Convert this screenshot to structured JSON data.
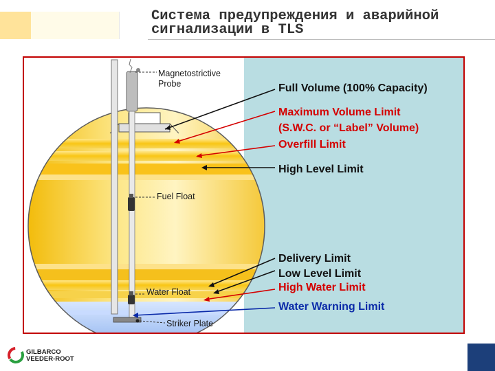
{
  "title": "Система предупреждения и аварийной\nсигнализации в TLS",
  "labels": {
    "magnetostrictive_probe": "Magnetostrictive\nProbe",
    "fuel_float": "Fuel Float",
    "water_float": "Water Float",
    "striker_plate": "Striker Plate",
    "full_volume": "Full Volume (100% Capacity)",
    "maximum_volume_limit": "Maximum Volume Limit\n(S.W.C. or “Label” Volume)",
    "overfill_limit": "Overfill Limit",
    "high_level_limit": "High Level Limit",
    "delivery_limit": "Delivery Limit",
    "low_level_limit": "Low Level Limit",
    "high_water_limit": "High Water Limit",
    "water_warning_limit": "Water Warning Limit"
  },
  "logo": {
    "line1": "GILBARCO",
    "line2": "VEEDER-ROOT"
  },
  "colors": {
    "black_label": "#111111",
    "red_label": "#d40000",
    "blue_label": "#0a2aa8",
    "panel": "#b9dde2",
    "frame": "#c20000",
    "fuel": "#f7c21a",
    "water": "#a9c6f2",
    "brand_green": "#2aa040",
    "brand_red": "#d6202a",
    "corner": "#1c3f7a"
  }
}
